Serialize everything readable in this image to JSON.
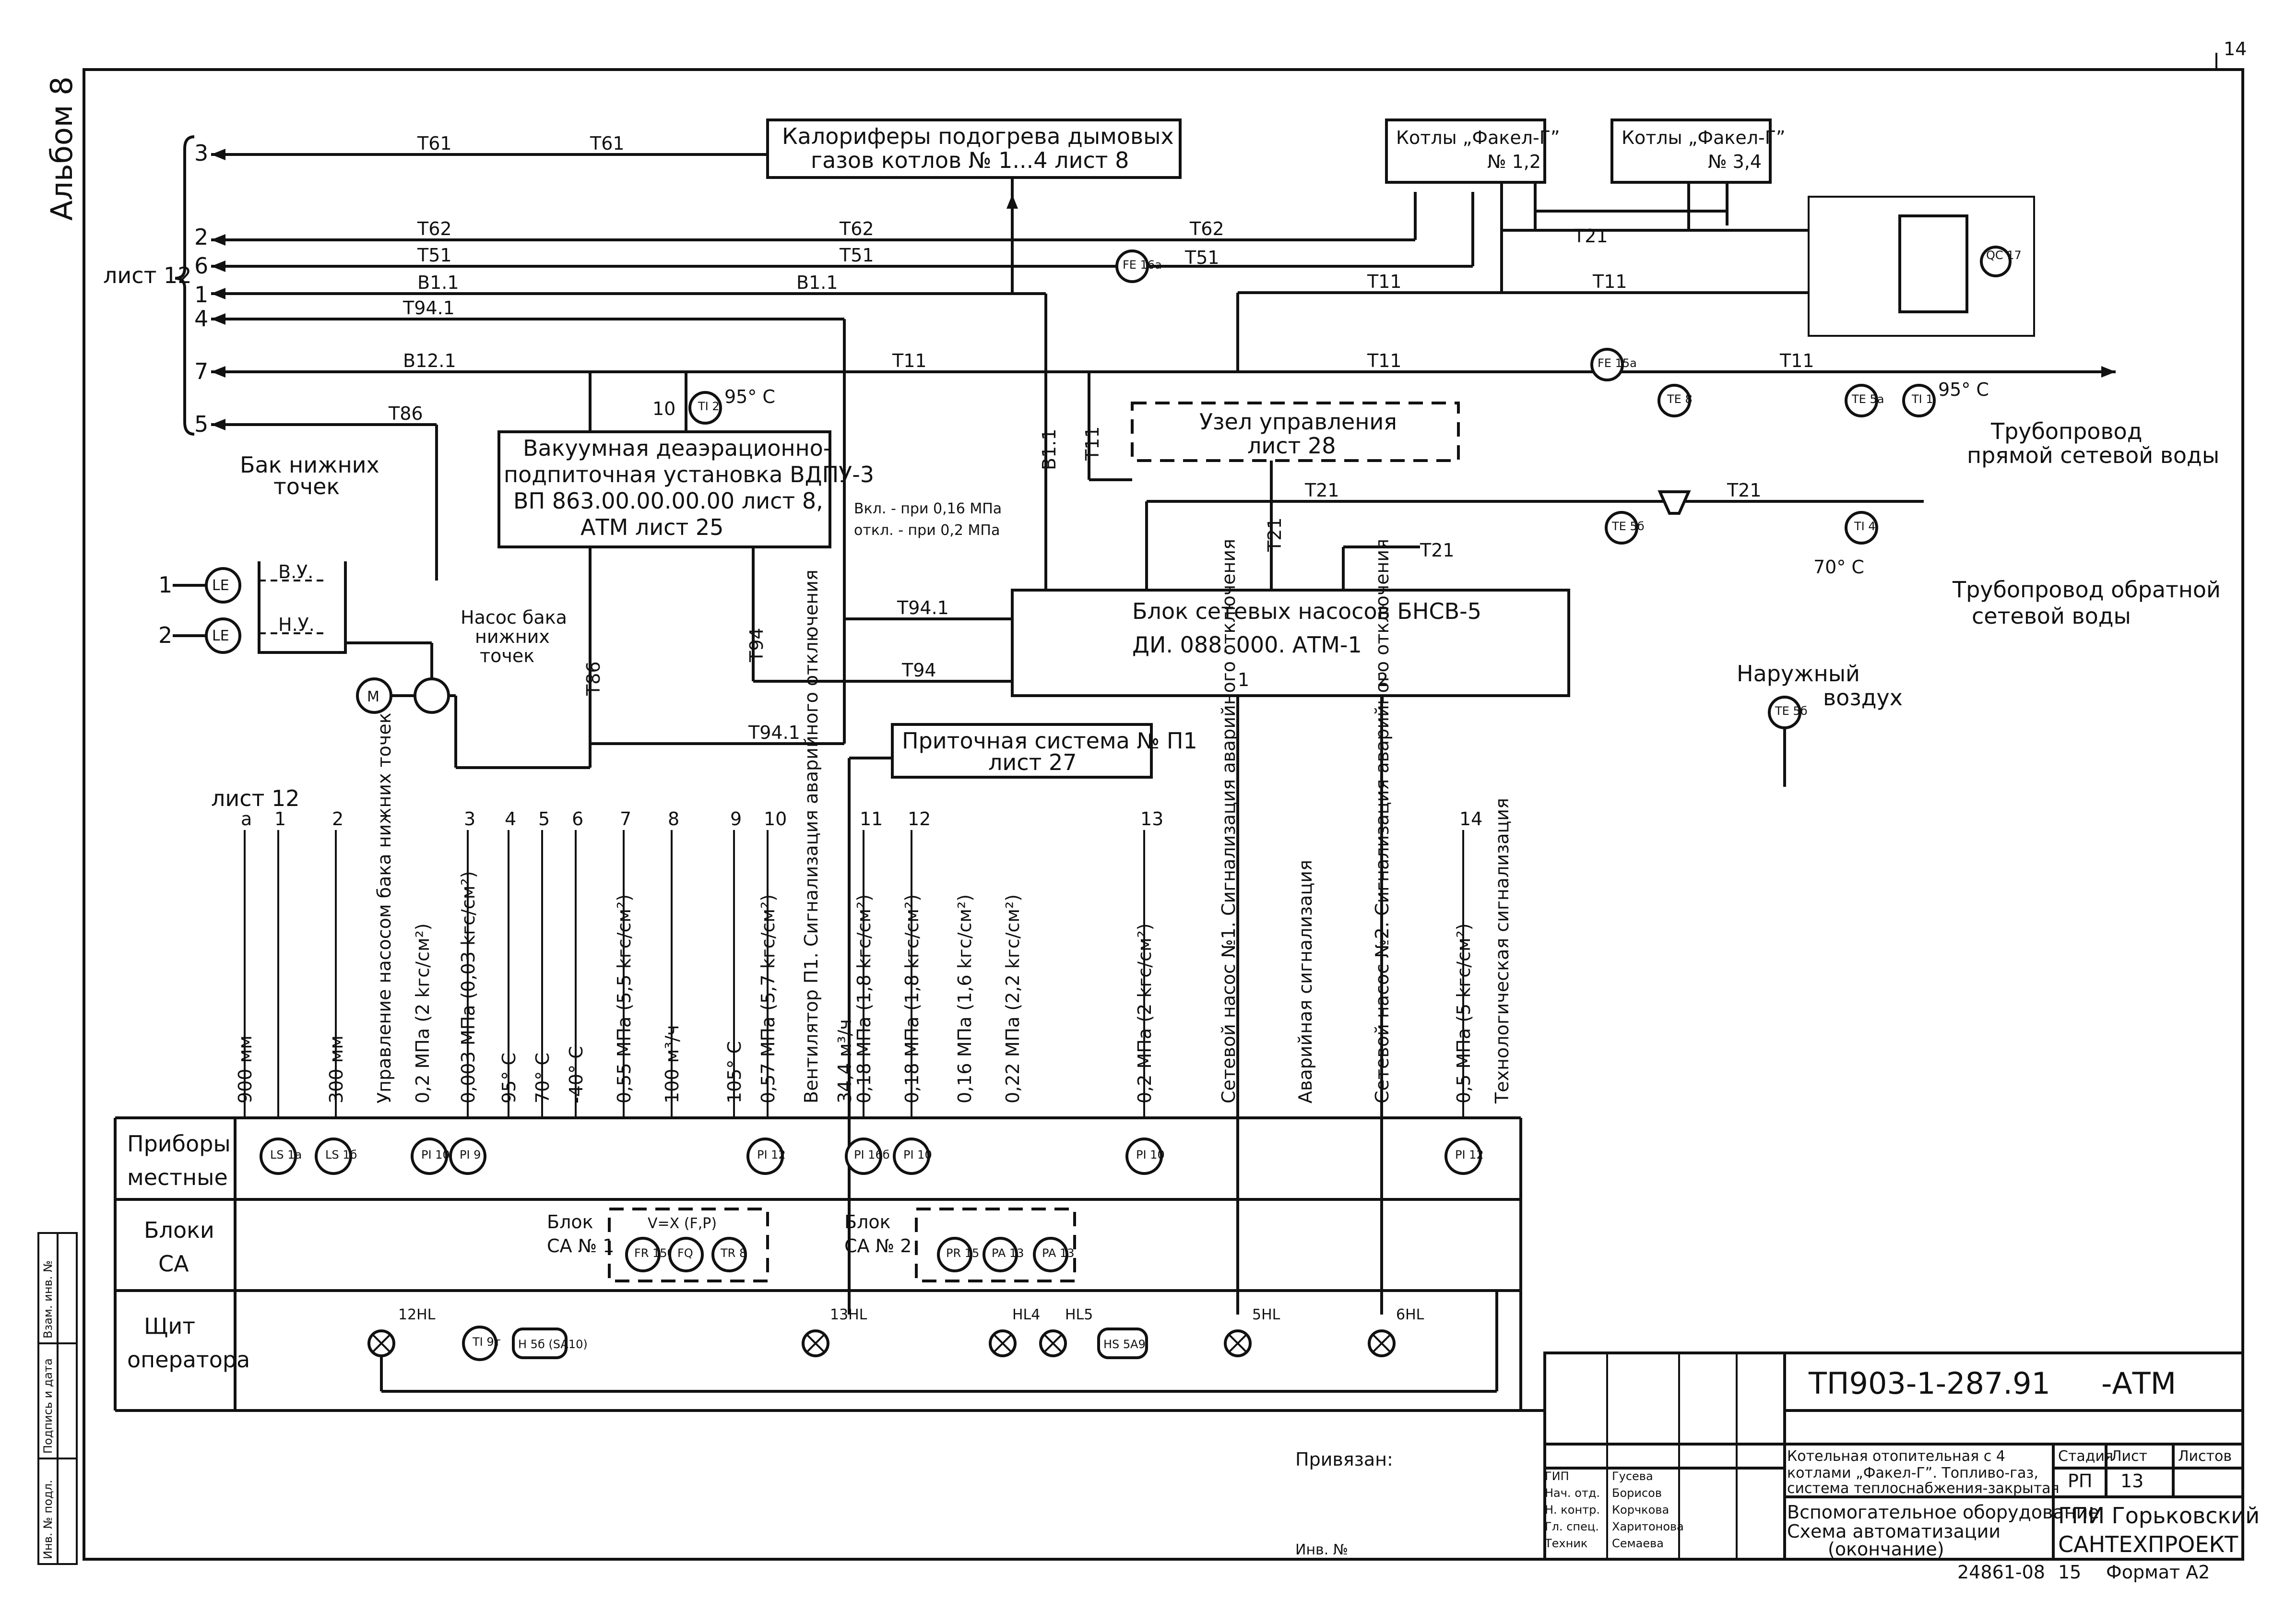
{
  "margin": {
    "album": "Альбом 8",
    "page_corner": "14",
    "stamp_fields": [
      "Инв. № подл.",
      "Подпись и дата",
      "Взам. инв. №"
    ]
  },
  "list_ref": "лист 12",
  "left_lines": [
    {
      "num": "3",
      "code": "Т61"
    },
    {
      "num": "2",
      "code": "Т62"
    },
    {
      "num": "6",
      "code": "Т51"
    },
    {
      "num": "1",
      "code": "В1.1"
    },
    {
      "num": "4",
      "code": "Т94.1"
    },
    {
      "num": "7",
      "code": "В12.1"
    },
    {
      "num": "5",
      "code": "Т86"
    }
  ],
  "boxes": {
    "calorifers": {
      "line1": "Калориферы подогрева дымовых",
      "line2": "газов котлов № 1...4 лист 8"
    },
    "boilers12": {
      "line1": "Котлы „Факел-Г”",
      "line2": "№ 1,2"
    },
    "boilers34": {
      "line1": "Котлы „Факел-Г”",
      "line2": "№ 3,4"
    },
    "control_node": {
      "line1": "Узел управления",
      "line2": "лист 28"
    },
    "deaerator": {
      "line1": "Вакуумная деаэрационно-",
      "line2": "подпиточная установка ВДПУ-3",
      "line3": "ВП 863.00.00.00.00 лист 8,",
      "line4": "АТМ лист 25"
    },
    "pump_block": {
      "line1": "Блок сетевых насосов БНСВ-5",
      "line2": "ДИ. 088. 000. АТМ-1"
    },
    "supply_system": {
      "line1": "Приточная система № П1",
      "line2": "лист 27"
    }
  },
  "pipe_labels": {
    "t11": "Т11",
    "t21": "Т21",
    "t61": "Т61",
    "t62": "Т62",
    "t51": "Т51",
    "b11": "В1.1",
    "t941": "Т94.1",
    "t94": "Т94",
    "t86": "Т86",
    "b121": "В12.1"
  },
  "tank": {
    "title1": "Бак нижних",
    "title2": "точек",
    "vu": "В.У.",
    "nu": "Н.У."
  },
  "pump": {
    "title1": "Насос бака",
    "title2": "нижних",
    "title3": "точек"
  },
  "pressure_note": {
    "line1": "Вкл. - при 0,16 МПа",
    "line2": "откл. - при 0,2 МПа"
  },
  "pipelines": {
    "direct1": "Трубопровод",
    "direct2": "прямой сетевой воды",
    "return1": "Трубопровод обратной",
    "return2": "сетевой воды"
  },
  "outdoor": {
    "line1": "Наружный",
    "line2": "воздух"
  },
  "temps": {
    "t95a": "95° С",
    "t95b": "95° С",
    "t70": "70° С"
  },
  "instruments": {
    "fe16a": "FE 16а",
    "fe15a": "FE 15а",
    "ti2": "TI 2",
    "te8": "TE 8",
    "te5a": "TE 5а",
    "ti1": "TI 1",
    "te5b": "TE 5б",
    "ti4": "TI 4",
    "te56": "TE 5б",
    "qc17": "QC 17",
    "le_h": "LE",
    "le_l": "LE",
    "m": "M"
  },
  "column_labels": [
    {
      "num": "а",
      "text": "900 мм"
    },
    {
      "num": "1",
      "text": ""
    },
    {
      "num": "2",
      "text": "300 мм"
    },
    {
      "num": "",
      "text": "Управление насосом бака нижних точек"
    },
    {
      "num": "",
      "text": "0,2 МПа (2 kгс/см²)"
    },
    {
      "num": "3",
      "text": "0,003 МПа (0,03 kгс/см²)"
    },
    {
      "num": "4",
      "text": "95° С"
    },
    {
      "num": "5",
      "text": "70° С"
    },
    {
      "num": "6",
      "text": "-40° С"
    },
    {
      "num": "7",
      "text": "0,55 МПа (5,5 kгс/см²)"
    },
    {
      "num": "8",
      "text": "100 м³/ч"
    },
    {
      "num": "9",
      "text": "105° С"
    },
    {
      "num": "10",
      "text": "0,57 МПа (5,7 kгс/см²)"
    },
    {
      "num": "",
      "text": "Вентилятор П1. Сигнализация аварийного отключения"
    },
    {
      "num": "",
      "text": "34,4 м³/ч"
    },
    {
      "num": "11",
      "text": "0,18 МПа (1,8 kгс/см²)"
    },
    {
      "num": "12",
      "text": "0,18 МПа (1,8 kгс/см²)"
    },
    {
      "num": "",
      "text": "0,16 МПа (1,6 kгс/см²)"
    },
    {
      "num": "",
      "text": "0,22 МПа (2,2 kгс/см²)"
    },
    {
      "num": "13",
      "text": "0,2 МПа (2 kгс/см²)"
    },
    {
      "num": "",
      "text": "Сетевой насос №1. Сигнализация аварийного отключения"
    },
    {
      "num": "",
      "text": "Аварийная сигнализация"
    },
    {
      "num": "",
      "text": "Сетевой насос №2. Сигнализация аварийного отключения"
    },
    {
      "num": "14",
      "text": "0,5 МПа (5 kгс/см²)"
    },
    {
      "num": "",
      "text": "Технологическая сигнализация"
    }
  ],
  "rows": {
    "local": {
      "l1": "Приборы",
      "l2": "местные"
    },
    "blocks": {
      "l1": "Блоки",
      "l2": "СА"
    },
    "panel": {
      "l1": "Щит",
      "l2": "оператора"
    }
  },
  "local_instruments": [
    "LS 1а",
    "LS 1б",
    "PI 10",
    "PI 9",
    "PI 12",
    "PI 16б",
    "PI 10",
    "PI 10",
    "PI 12"
  ],
  "ca_blocks": {
    "b1_label1": "Блок",
    "b1_label2": "СА № 1",
    "formula": "V=X (F,P)",
    "b1": [
      "FR 15б",
      "FQ",
      "TR 8"
    ],
    "b2_label1": "Блок",
    "b2_label2": "СА № 2",
    "b2": [
      "PR 15",
      "PA 13",
      "PA 13"
    ]
  },
  "panel_items": [
    "12HL",
    "TI 9т",
    "H 5б (SA10)",
    "13HL",
    "HL4",
    "HL5",
    "HS 5A9",
    "5HL",
    "6HL"
  ],
  "title_block": {
    "code": "ТП903-1-287.91",
    "suffix": "-АТМ",
    "privyazan": "Привязан:",
    "inv": "Инв. №",
    "description": [
      "Котельная отопительная с 4",
      "котлами „Факел-Г”. Топливо-газ,",
      "система теплоснабжения-закрытая"
    ],
    "sheet_title": [
      "Вспомогательное оборудование",
      "Схема автоматизации",
      "(окончание)"
    ],
    "stage_hdr": "Стадия",
    "sheet_hdr": "Лист",
    "sheets_hdr": "Листов",
    "stage": "РП",
    "sheet": "13",
    "org1": "ГПИ Горьковский",
    "org2": "САНТЕХПРОЕКТ",
    "signers": [
      {
        "role": "ГИП",
        "name": "Гусева"
      },
      {
        "role": "Нач. отд.",
        "name": "Борисов"
      },
      {
        "role": "Н. контр.",
        "name": "Корчкова"
      },
      {
        "role": "Гл. спец.",
        "name": "Харитонова"
      },
      {
        "role": "Техник",
        "name": "Семаева"
      }
    ],
    "footer_num": "24861-08",
    "footer_page": "15",
    "format": "Формат А2"
  }
}
